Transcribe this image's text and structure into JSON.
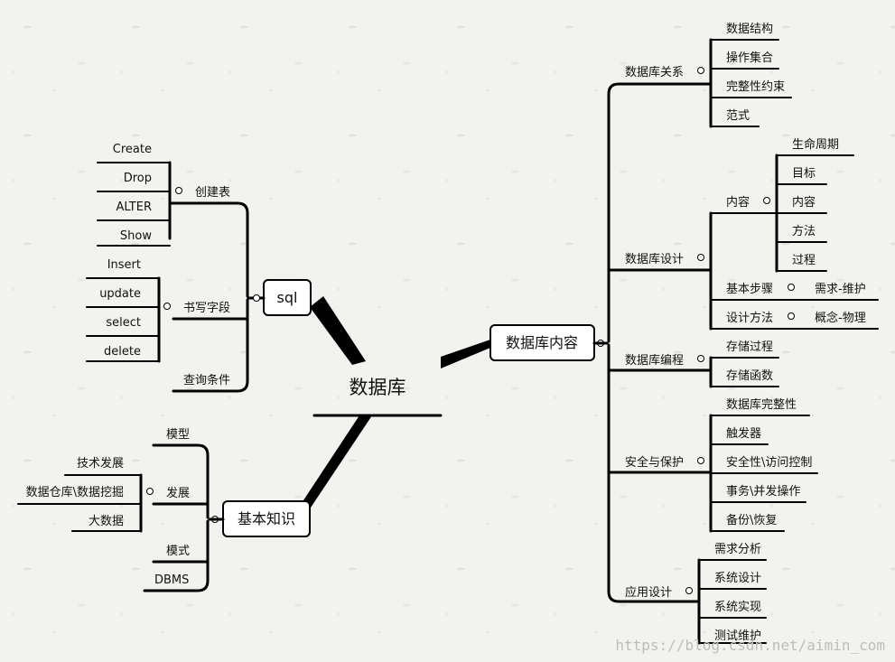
{
  "center": {
    "label": "数据库"
  },
  "sql": {
    "label": "sql",
    "create_table": {
      "label": "创建表",
      "items": [
        "Create",
        "Drop",
        "ALTER",
        "Show"
      ]
    },
    "write_fields": {
      "label": "书写字段",
      "items": [
        "Insert",
        "update",
        "select",
        "delete"
      ]
    },
    "query": {
      "label": "查询条件"
    }
  },
  "basics": {
    "label": "基本知识",
    "model": "模型",
    "development": {
      "label": "发展",
      "items": [
        "技术发展",
        "数据仓库\\数据挖掘",
        "大数据"
      ]
    },
    "pattern": "模式",
    "dbms": "DBMS"
  },
  "content": {
    "label": "数据库内容",
    "relations": {
      "label": "数据库关系",
      "items": [
        "数据结构",
        "操作集合",
        "完整性约束",
        "范式"
      ]
    },
    "design": {
      "label": "数据库设计",
      "content": {
        "label": "内容",
        "items": [
          "生命周期",
          "目标",
          "内容",
          "方法",
          "过程"
        ]
      },
      "steps": {
        "label": "基本步骤",
        "item": "需求-维护"
      },
      "method": {
        "label": "设计方法",
        "item": "概念-物理"
      }
    },
    "programming": {
      "label": "数据库编程",
      "items": [
        "存储过程",
        "存储函数"
      ]
    },
    "security": {
      "label": "安全与保护",
      "items": [
        "数据库完整性",
        "触发器",
        "安全性\\访问控制",
        "事务\\并发操作",
        "备份\\恢复"
      ]
    },
    "application": {
      "label": "应用设计",
      "items": [
        "需求分析",
        "系统设计",
        "系统实现",
        "测试维护"
      ]
    }
  },
  "watermark": "https://blog.csdn.net/aimin_com"
}
